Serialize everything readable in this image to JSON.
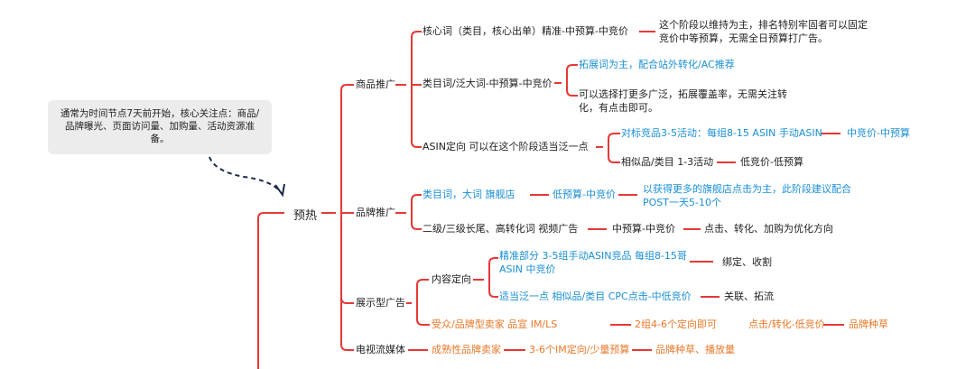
{
  "note": "通常为时间节点7天前开始，核心关注点：商品/品牌曝光、页面访问量、加购量、活动资源准备。",
  "root": "预热",
  "l1": {
    "product": "商品推广",
    "brand": "品牌推广",
    "display": "展示型广告",
    "tv": "电视流媒体"
  },
  "product": {
    "core": "核心词（类目，核心出单）精准-中预算-中竞价",
    "core_desc": "这个阶段以维持为主，排名特别牢固者可以固定竞价中等预算，无需全日预算打广告。",
    "category": "类目词/泛大词-中预算-中竞价",
    "category_a": "拓展词为主，配合站外转化/AC推荐",
    "category_b": "可以选择打更多广泛，拓展覆盖率，无需关注转化，有点击即可。",
    "asin": "ASIN定向  可以在这个阶段适当泛一点",
    "asin_a": "对标竞品3-5活动：每组8-15 ASIN 手动ASIN",
    "asin_a2": "中竞价-中预算",
    "asin_b": "相似品/类目 1-3活动",
    "asin_b2": "低竞价-低预算"
  },
  "brand": {
    "a": "类目词，大词  旗舰店",
    "a2": "低预算-中竞价",
    "a3": "以获得更多的旗舰店点击为主，此阶段建议配合POST一天5-10个",
    "b": "二级/三级长尾、高转化词   视频广告",
    "b2": "中预算-中竞价",
    "b3": "点击、转化、加购为优化方向"
  },
  "display": {
    "content": "内容定向",
    "precise": "精准部分     3-5组手动ASIN竞品  每组8-15哥 ASIN 中竞价",
    "precise2": "绑定、收割",
    "broad": "适当泛一点    相似品/类目   CPC点击-中低竞价",
    "broad2": "关联、拓流",
    "audience": "受众/品牌型卖家         品宣        IM/LS",
    "audience2": "2组4-6个定向即可",
    "audience3": "点击/转化-低竞价",
    "audience4": "品牌种草"
  },
  "tv": {
    "a": "成熟性品牌卖家",
    "a2": "3-6个IM定向/少量预算",
    "a3": "品牌种草、播放量"
  },
  "colors": {
    "main_line": "#e53935",
    "blue": "#1a8fd6",
    "orange": "#e8782a",
    "note_bg": "#ececec"
  }
}
